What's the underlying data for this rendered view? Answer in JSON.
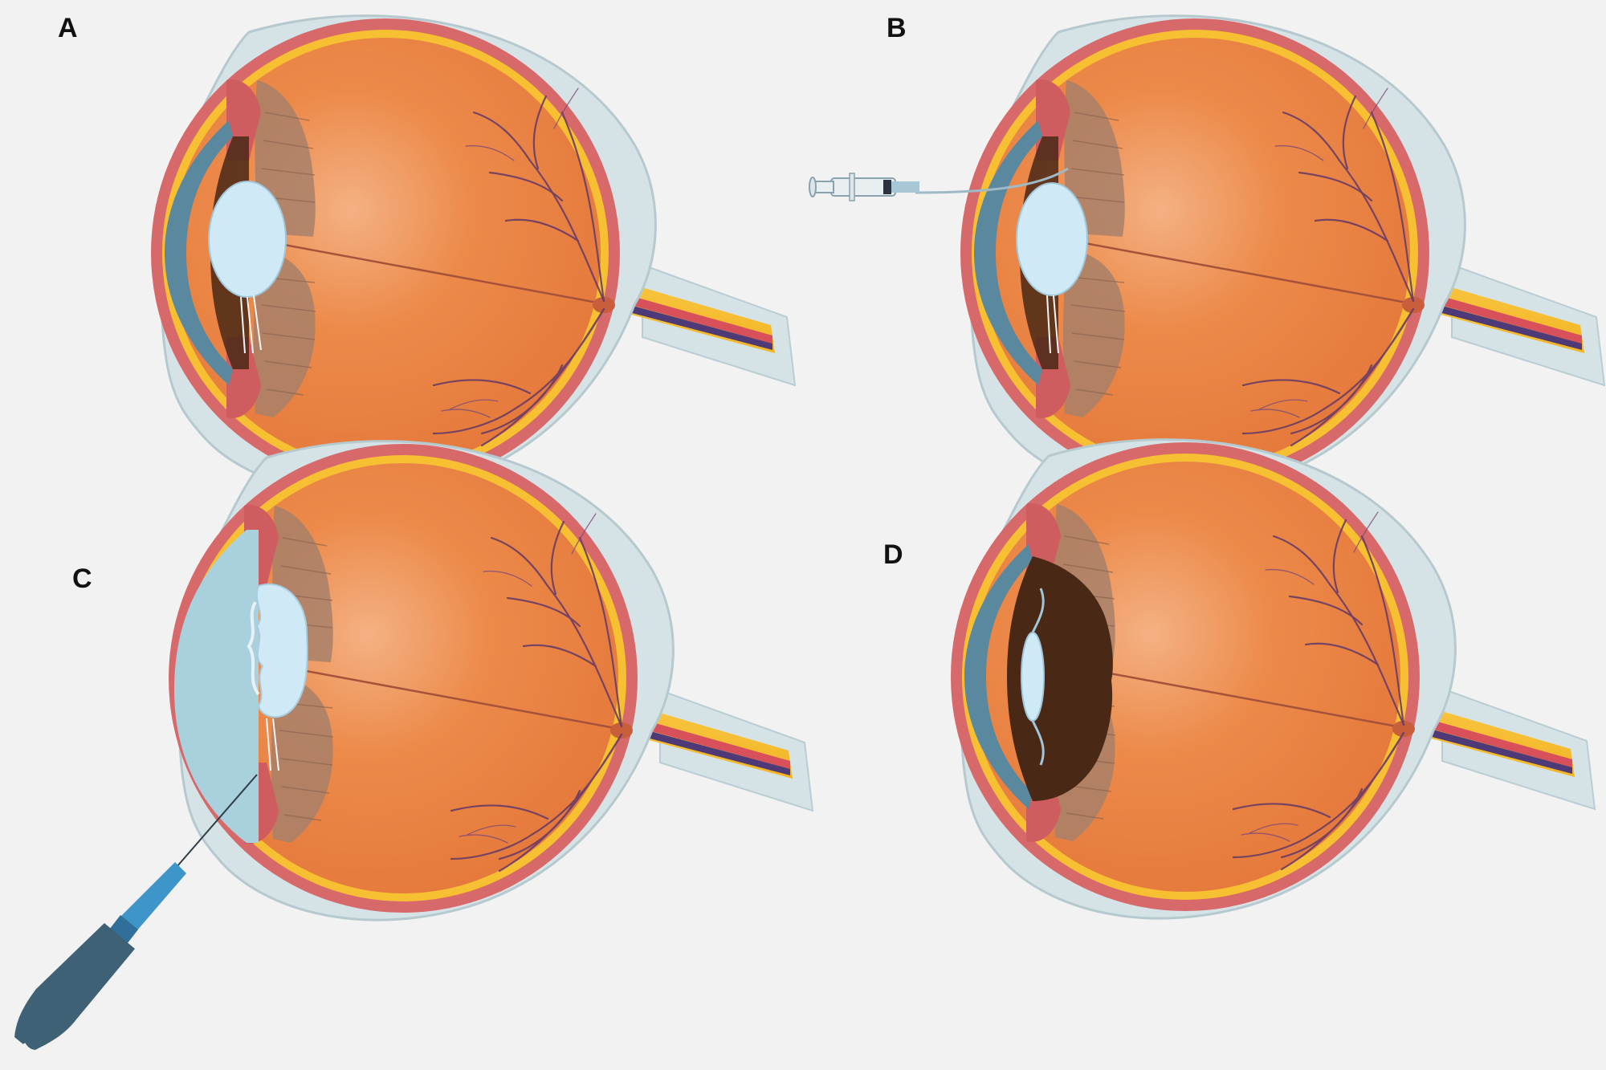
{
  "panels": [
    {
      "id": "A",
      "label": "A",
      "stage": "normal-eye-with-lens"
    },
    {
      "id": "B",
      "label": "B",
      "stage": "syringe-injection"
    },
    {
      "id": "C",
      "label": "C",
      "stage": "phaco-probe-lens-removal"
    },
    {
      "id": "D",
      "label": "D",
      "stage": "intraocular-lens-implanted"
    }
  ],
  "colors": {
    "background": "#f2f2f2",
    "sclera_outer": "#d6e3e6",
    "choroid": "#d8696b",
    "retina": "#f6c032",
    "vitreous": "#e98142",
    "ciliary_body": "#a8806a",
    "lens": "#cfe9f7",
    "cornea_chamber": "#5a889e",
    "anterior_fluid": "#a9d0dd",
    "vessel": "#6a3c66",
    "optic_nerve": "#f6c032",
    "probe": "#3e95c9",
    "handle": "#3e6175",
    "iol_pigment": "#4a2816"
  }
}
